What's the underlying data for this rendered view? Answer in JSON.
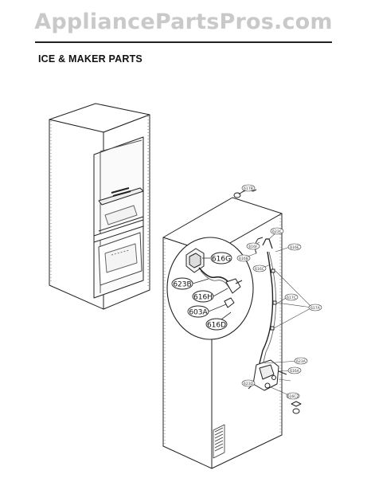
{
  "header": {
    "watermark": "AppliancePartsPros.com",
    "section_title": "ICE & MAKER PARTS"
  },
  "callouts": {
    "magnified": [
      "616G",
      "623B",
      "616H",
      "603A",
      "616D"
    ],
    "small": [
      "617B",
      "623C",
      "616E",
      "616F",
      "616B",
      "616C",
      "617C",
      "617A",
      "623A",
      "616A",
      "623D",
      "616C2"
    ]
  }
}
